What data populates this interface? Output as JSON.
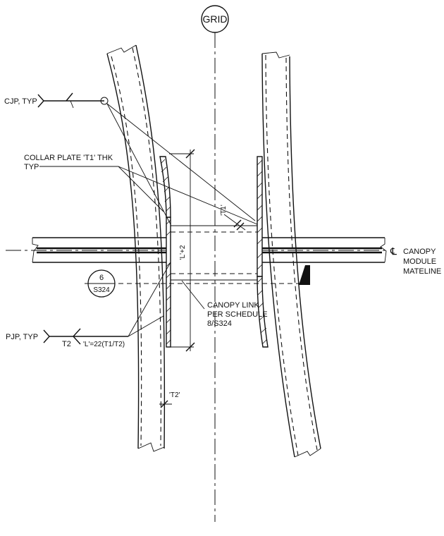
{
  "grid_label": "GRID",
  "annotations": {
    "cjp": "CJP, TYP",
    "collar_plate_line1": "COLLAR PLATE 'T1' THK",
    "collar_plate_line2": "TYP",
    "t1": "'T1'",
    "l_plus_2": "'L'+2",
    "canopy_link_line1": "CANOPY LINK",
    "canopy_link_line2": "PER SCHEDULE",
    "canopy_link_line3": "8/S324",
    "pjp": "PJP, TYP",
    "t2_weld": "T2",
    "l_formula": "'L'=22(T1/T2)",
    "t2": "'T2'",
    "centerline_symbol": "℄",
    "canopy_line1": "CANOPY",
    "canopy_line2": "MODULE",
    "canopy_line3": "MATELINE"
  },
  "section_marker": {
    "number": "6",
    "sheet": "S324"
  },
  "colors": {
    "line": "#111111",
    "background": "#ffffff"
  }
}
